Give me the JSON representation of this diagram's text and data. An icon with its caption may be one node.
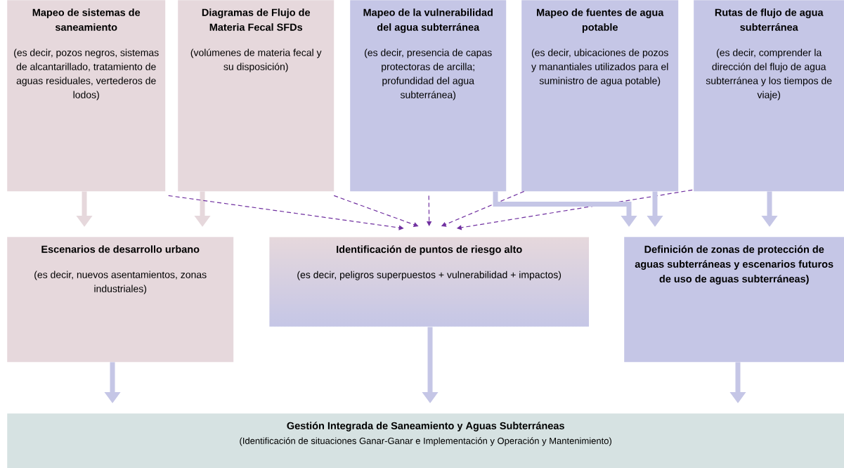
{
  "diagram": {
    "nodes": [
      {
        "text": [
          "Mapeo de sistemas de saneamiento",
          "(es decir, pozos negros, sistemas de alcantarillado, tratamiento de aguas residuales, vertederos de lodos)"
        ]
      },
      {
        "text": [
          "Diagramas de Flujo de Materia Fecal SFDs",
          "(volúmenes de materia fecal y su disposición)"
        ]
      },
      {
        "text": [
          "Mapeo de la vulnerabilidad del agua subterránea",
          "(es decir, presencia de capas protectoras de arcilla; profundidad del agua subterránea)"
        ]
      },
      {
        "text": [
          "Mapeo de fuentes de agua potable",
          "(es decir, ubicaciones de pozos y manantiales utilizados para el suministro de agua potable)"
        ]
      },
      {
        "text": [
          "Rutas de flujo de agua subterránea",
          "(es decir, comprender la dirección del flujo de agua subterránea y los tiempos de viaje)"
        ]
      },
      {
        "text": [
          "Escenarios de desarrollo urbano",
          "(es decir, nuevos asentamientos, zonas industriales)"
        ]
      },
      {
        "text": [
          "Identificación de puntos de riesgo alto",
          "(es decir, peligros superpuestos + vulnerabilidad + impactos)"
        ]
      },
      {
        "text": [
          "Definición de zonas de protección de aguas subterráneas y escenarios futuros de uso de aguas subterráneas)"
        ]
      },
      {
        "text": [
          "Gestión Integrada de Saneamiento y Aguas Subterráneas",
          "(Identificación de situaciones Ganar-Ganar e Implementación y Operación y Mantenimiento)"
        ]
      }
    ],
    "edges": [
      {
        "from": 0,
        "to": 5,
        "arrow": "to",
        "color": "#e6d8dc"
      },
      {
        "from": 1,
        "to": 5,
        "arrow": "to",
        "color": "#e6d8dc"
      },
      {
        "from": 0,
        "to": 6,
        "arrow": "to",
        "style": "dashed",
        "color": "#7030a0"
      },
      {
        "from": 1,
        "to": 6,
        "arrow": "to",
        "style": "dashed",
        "color": "#7030a0"
      },
      {
        "from": 2,
        "to": 6,
        "arrow": "to",
        "style": "dashed",
        "color": "#7030a0"
      },
      {
        "from": 3,
        "to": 6,
        "arrow": "to",
        "style": "dashed",
        "color": "#7030a0"
      },
      {
        "from": 4,
        "to": 6,
        "arrow": "to",
        "style": "dashed",
        "color": "#7030a0"
      },
      {
        "from": 2,
        "to": 7,
        "arrow": "to"
      },
      {
        "from": 3,
        "to": 7,
        "arrow": "to"
      },
      {
        "from": 4,
        "to": 7,
        "arrow": "to"
      },
      {
        "from": 5,
        "to": 8,
        "arrow": "to"
      },
      {
        "from": 6,
        "to": 8,
        "arrow": "to"
      },
      {
        "from": 7,
        "to": 8,
        "arrow": "to"
      }
    ]
  }
}
